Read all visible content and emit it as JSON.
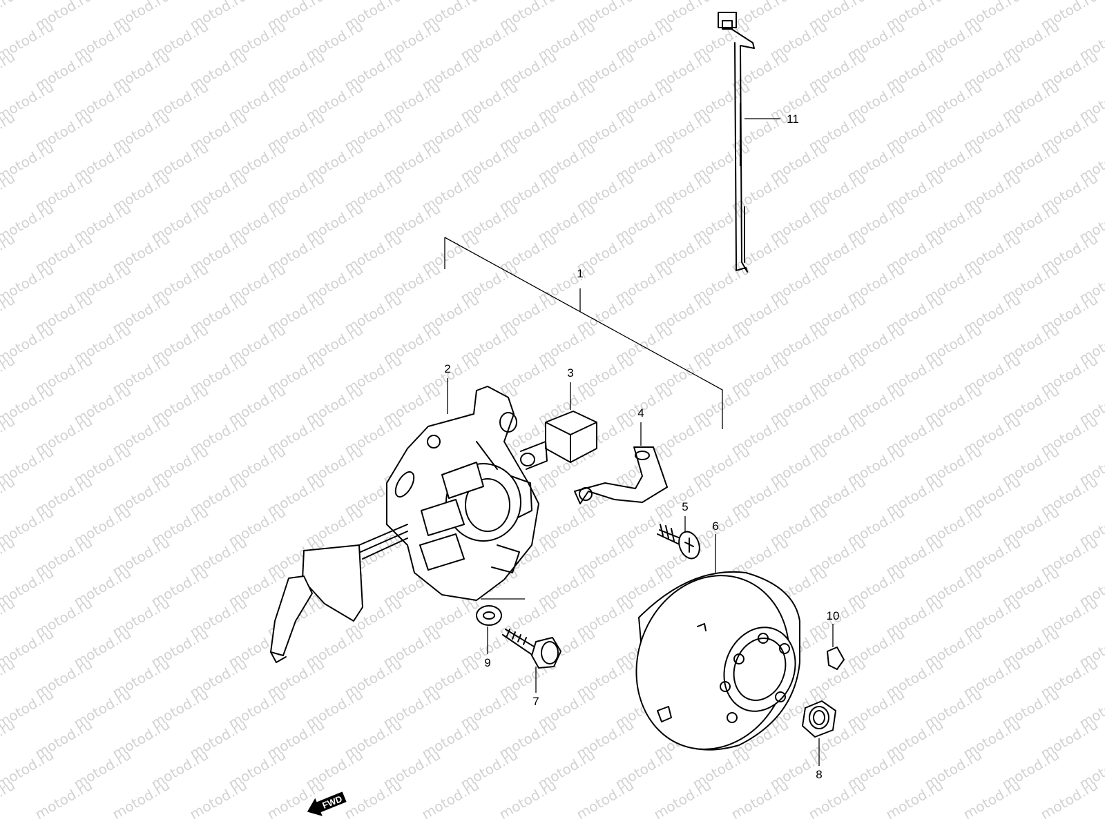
{
  "watermark": {
    "text": "motod.ru"
  },
  "callouts": [
    {
      "id": "1",
      "label": "1"
    },
    {
      "id": "2",
      "label": "2"
    },
    {
      "id": "3",
      "label": "3"
    },
    {
      "id": "4",
      "label": "4"
    },
    {
      "id": "5",
      "label": "5"
    },
    {
      "id": "6",
      "label": "6"
    },
    {
      "id": "7",
      "label": "7"
    },
    {
      "id": "8",
      "label": "8"
    },
    {
      "id": "9",
      "label": "9"
    },
    {
      "id": "10",
      "label": "10"
    },
    {
      "id": "11",
      "label": "11"
    }
  ],
  "direction_badge": {
    "label": "FWD"
  }
}
